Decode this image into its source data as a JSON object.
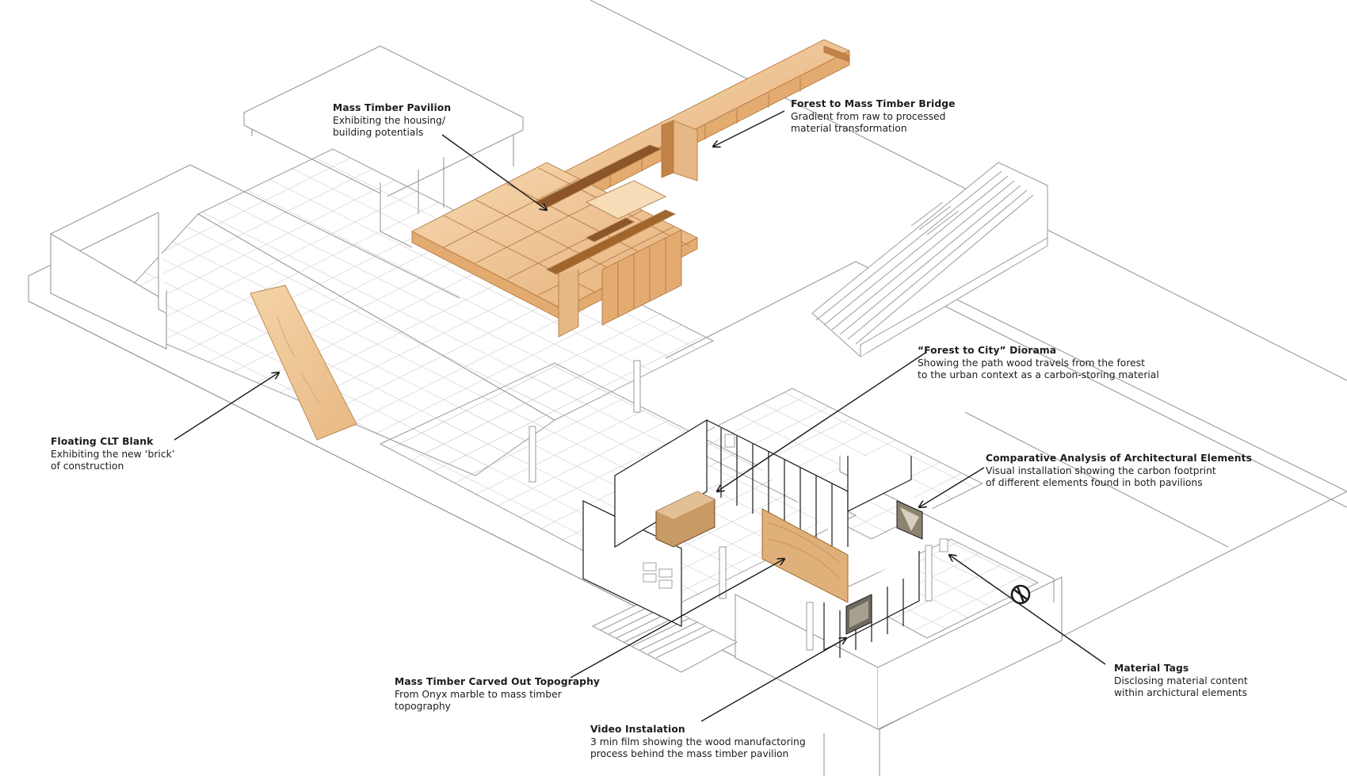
{
  "labels": {
    "pavilion": {
      "title": "Mass Timber Pavilion",
      "line1": "Exhibiting the housing/",
      "line2": "building potentials"
    },
    "bridge": {
      "title": "Forest to Mass Timber Bridge",
      "line1": "Gradient from raw to processed",
      "line2": "material transformation"
    },
    "diorama": {
      "title": "“Forest to City” Diorama",
      "line1": "Showing the path wood travels from the forest",
      "line2": "to the urban context as a carbon-storing material"
    },
    "clt": {
      "title": "Floating CLT Blank",
      "line1": "Exhibiting the new ‘brick’",
      "line2": "of construction"
    },
    "comparative": {
      "title": "Comparative Analysis of Architectural Elements",
      "line1": "Visual installation showing the carbon footprint",
      "line2": "of different elements found in both pavilions"
    },
    "topography": {
      "title": "Mass Timber Carved Out Topography",
      "line1": "From Onyx marble to mass timber",
      "line2": "topography"
    },
    "tags": {
      "title": "Material Tags",
      "line1": "Disclosing material content",
      "line2": "within archictural elements"
    },
    "video": {
      "title": "Video Instalation",
      "line1": "3 min film showing the wood manufactoring",
      "line2": "process behind the mass timber pavilion"
    }
  },
  "colors": {
    "line": "#9a9a9a",
    "dark_line": "#1a1a1a",
    "timber_light": "#f0ccA0",
    "timber_mid": "#e3ab70",
    "timber_dark": "#b57a40",
    "timber_shadow": "#8a5528"
  }
}
